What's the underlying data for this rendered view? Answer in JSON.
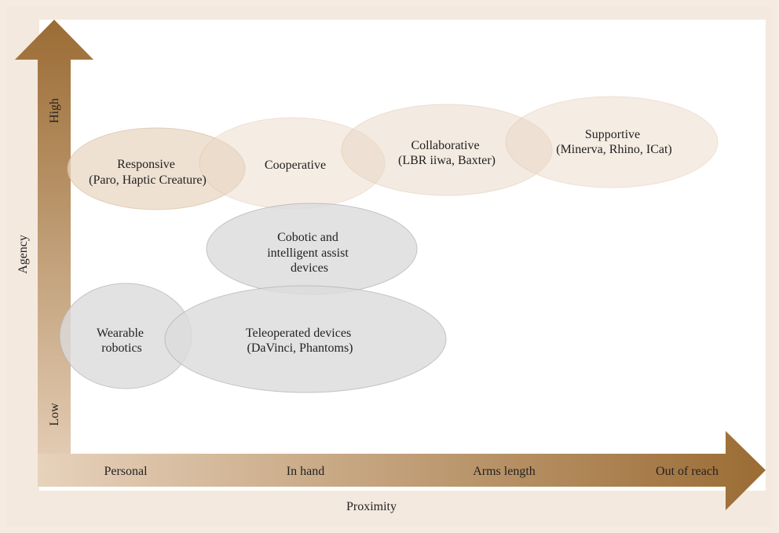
{
  "axes": {
    "x_title": "Proximity",
    "y_title": "Agency",
    "y_high": "High",
    "y_low": "Low",
    "x_ticks": [
      "Personal",
      "In hand",
      "Arms length",
      "Out of reach"
    ]
  },
  "regions": [
    {
      "lines": [
        "Responsive",
        "(Paro, Haptic Creature)"
      ],
      "group": "social"
    },
    {
      "lines": [
        "Cooperative"
      ],
      "group": "social"
    },
    {
      "lines": [
        "Collaborative",
        "(LBR iiwa, Baxter)"
      ],
      "group": "social"
    },
    {
      "lines": [
        "Supportive",
        "(Minerva, Rhino, ICat)"
      ],
      "group": "social"
    },
    {
      "lines": [
        "Cobotic and",
        "intelligent assist",
        "devices"
      ],
      "group": "assist"
    },
    {
      "lines": [
        "Wearable",
        "robotics"
      ],
      "group": "assist"
    },
    {
      "lines": [
        "Teleoperated devices",
        "(DaVinci, Phantoms)"
      ],
      "group": "assist"
    }
  ],
  "colors": {
    "axis_light": "#e8d3bd",
    "axis_dark": "#9a6d36",
    "social_fill": "#e9d7c4",
    "social_stroke": "#d9bda0",
    "assist_fill": "#dcdcdc",
    "assist_stroke": "#b5b5b5"
  }
}
